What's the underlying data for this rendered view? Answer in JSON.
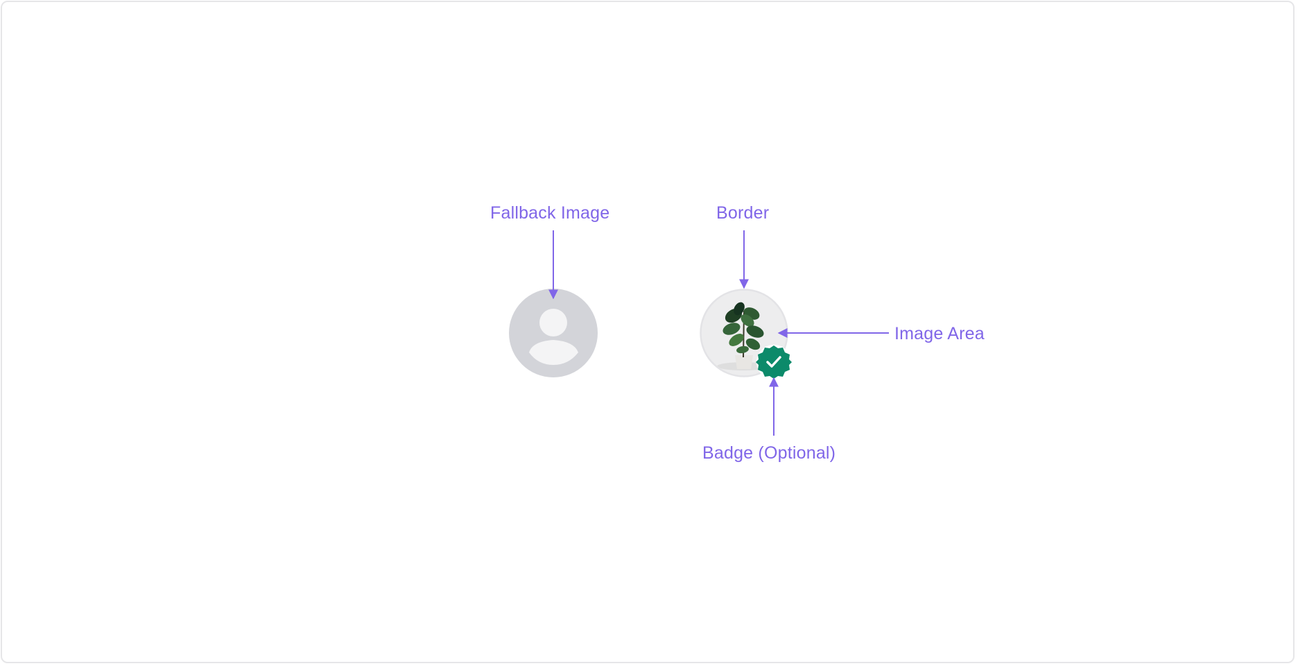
{
  "annotations": {
    "fallback_image": "Fallback Image",
    "border": "Border",
    "image_area": "Image Area",
    "badge": "Badge (Optional)"
  },
  "colors": {
    "annotation": "#8066e8",
    "fallback_bg": "#d3d4d9",
    "fallback_figure": "#f4f4f5",
    "avatar_border": "#e3e3e6",
    "image_bg": "#ececed",
    "badge": "#0c8a6a",
    "badge_check": "#ffffff"
  },
  "icons": {
    "fallback": "person-silhouette-icon",
    "photo": "potted-plant-photo",
    "badge": "verified-check-badge-icon"
  }
}
